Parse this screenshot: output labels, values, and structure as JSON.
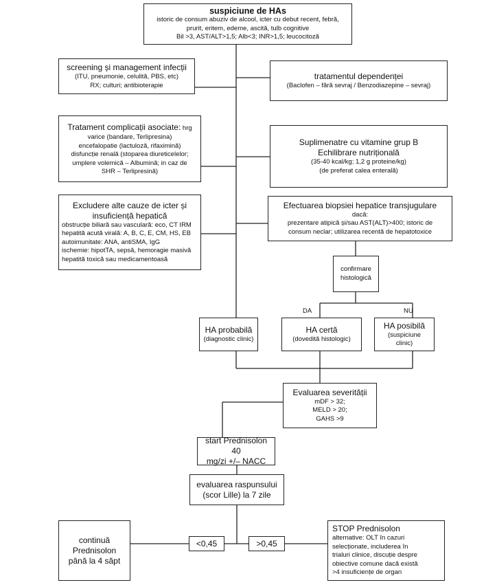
{
  "top": {
    "title": "suspiciune de HAs",
    "lines": [
      "istoric de consum abuziv de alcool, icter cu debut recent, febră,",
      "prurit, eritem, edeme, ascită, tulb cognitive",
      "Bil >3, AST/ALT>1,5; Alb<3; INR>1,5; leucocitoză"
    ]
  },
  "screening": {
    "title": "screening și management infecții",
    "lines": [
      "(ITU, pneumonie, celulită, PBS, etc)",
      "RX; culturi; antibioterapie"
    ]
  },
  "dependenta": {
    "title": "tratamentul dependenței",
    "lines": [
      "(Baclofen – fără sevraj / Benzodiazepine – sevraj)"
    ]
  },
  "complicatii": {
    "title": "Tratament complicații asociate:",
    "title_tail": " hrg",
    "lines": [
      "varice (bandare, Terlipresina)",
      "encefalopatie (lactuloză, rifaximină)",
      "disfuncție renală (stoparea diureticelelor;",
      "umplere volemică – Albumină; in caz de",
      "SHR – Terlipresină)"
    ]
  },
  "suplimentare": {
    "title": "Suplimenatre cu vitamine grup B",
    "title2": "Echilibrare nutrițională",
    "lines": [
      "(35-40 kcal/kg; 1,2 g proteine/kg)",
      "(de preferat calea enterală)"
    ]
  },
  "excludere": {
    "title": "Excludere alte cauze de icter și",
    "title2": "insuficiență hepatică",
    "lines": [
      "obstrucție biliară sau vasculară: eco, CT IRM",
      "hepatită acută virală: A, B, C, E, CM, HS, EB",
      "autoimunitate: ANA, antiSMA, IgG",
      "ischemie: hipotTA, sepsă, hemoragie masivă",
      "hepatită toxică sau medicamentoasă"
    ]
  },
  "biopsie": {
    "title": "Efectuarea biopsiei hepatice transjugulare",
    "lines": [
      "dacă:",
      "prezentare atipică și/sau AST(ALT)>400; istoric de",
      "consum neclar; utilizarea recentă de hepatotoxice"
    ]
  },
  "confirmare": {
    "lines": [
      "confirmare",
      "histologică"
    ]
  },
  "branch": {
    "yes": "DA",
    "no": "NU"
  },
  "ha_probabila": {
    "title": "HA probabilă",
    "lines": [
      "(diagnostic clinic)"
    ]
  },
  "ha_certa": {
    "title": "HA certă",
    "lines": [
      "(dovedită histologic)"
    ]
  },
  "ha_posibila": {
    "title": "HA posibilă",
    "lines": [
      "(suspiciune",
      "clinic)"
    ]
  },
  "severitate": {
    "title": "Evaluarea severității",
    "lines": [
      "mDF > 32;",
      "MELD > 20;",
      "GAHS >9"
    ]
  },
  "start": {
    "lines": [
      "start Prednisolon 40",
      "mg/zi +/– NACC"
    ]
  },
  "raspuns": {
    "lines": [
      "evaluarea raspunsului",
      "(scor Lille) la 7 zile"
    ]
  },
  "lille_low": "<0,45",
  "lille_high": ">0,45",
  "continua": {
    "lines": [
      "continuă Prednisolon",
      "până la 4 săpt"
    ]
  },
  "stop": {
    "title": "STOP Prednisolon",
    "lines": [
      "alternative: OLT în cazuri",
      "selecționate, includerea în",
      "trialuri clinice, discuție despre",
      "obiective comune dacă există",
      ">4 insuficiențe de organ"
    ]
  }
}
